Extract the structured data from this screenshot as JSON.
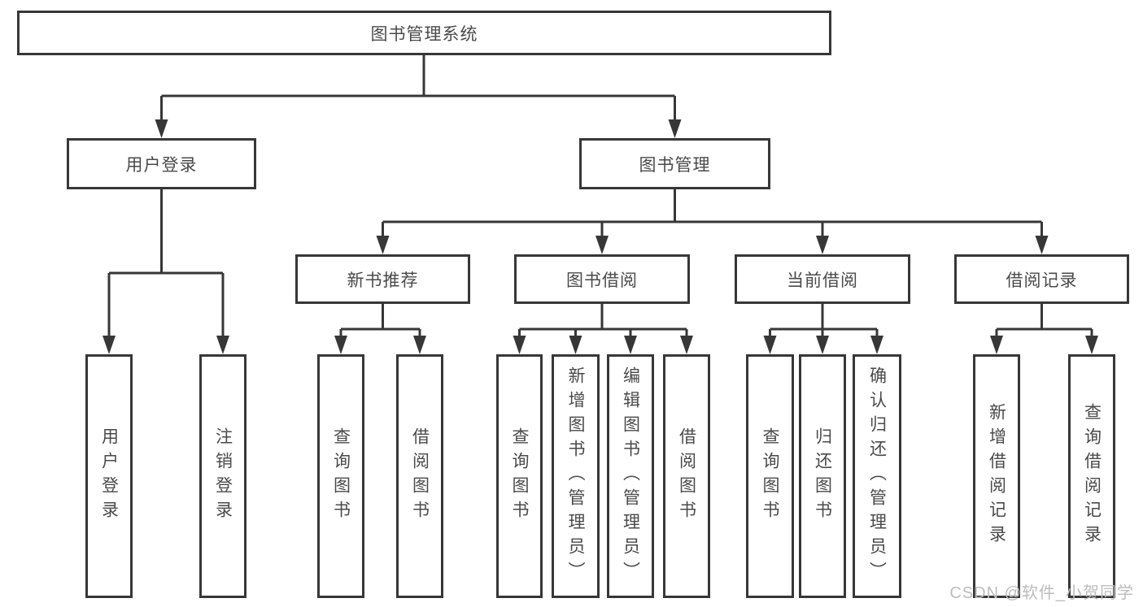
{
  "diagram": {
    "title": "图书管理系统",
    "root": {
      "label": "图书管理系统"
    },
    "branches": [
      {
        "label": "用户登录",
        "children": [
          {
            "label": "用户登录"
          },
          {
            "label": "注销登录"
          }
        ]
      },
      {
        "label": "图书管理",
        "sections": [
          {
            "label": "新书推荐",
            "children": [
              {
                "label": "查询图书"
              },
              {
                "label": "借阅图书"
              }
            ]
          },
          {
            "label": "图书借阅",
            "children": [
              {
                "label": "查询图书"
              },
              {
                "label": "新增图书（管理员）"
              },
              {
                "label": "编辑图书（管理员）"
              },
              {
                "label": "借阅图书"
              }
            ]
          },
          {
            "label": "当前借阅",
            "children": [
              {
                "label": "查询图书"
              },
              {
                "label": "归还图书"
              },
              {
                "label": "确认归还（管理员）"
              }
            ]
          },
          {
            "label": "借阅记录",
            "children": [
              {
                "label": "新增借阅记录"
              },
              {
                "label": "查询借阅记录"
              }
            ]
          }
        ]
      }
    ]
  },
  "watermark": "CSDN @软件_小贺同学",
  "colors": {
    "line": "#373737",
    "box_border": "#373737",
    "box_fill": "#ffffff",
    "text": "#4a4a4a",
    "watermark": "#bcbcbc",
    "background": "#ffffff"
  }
}
